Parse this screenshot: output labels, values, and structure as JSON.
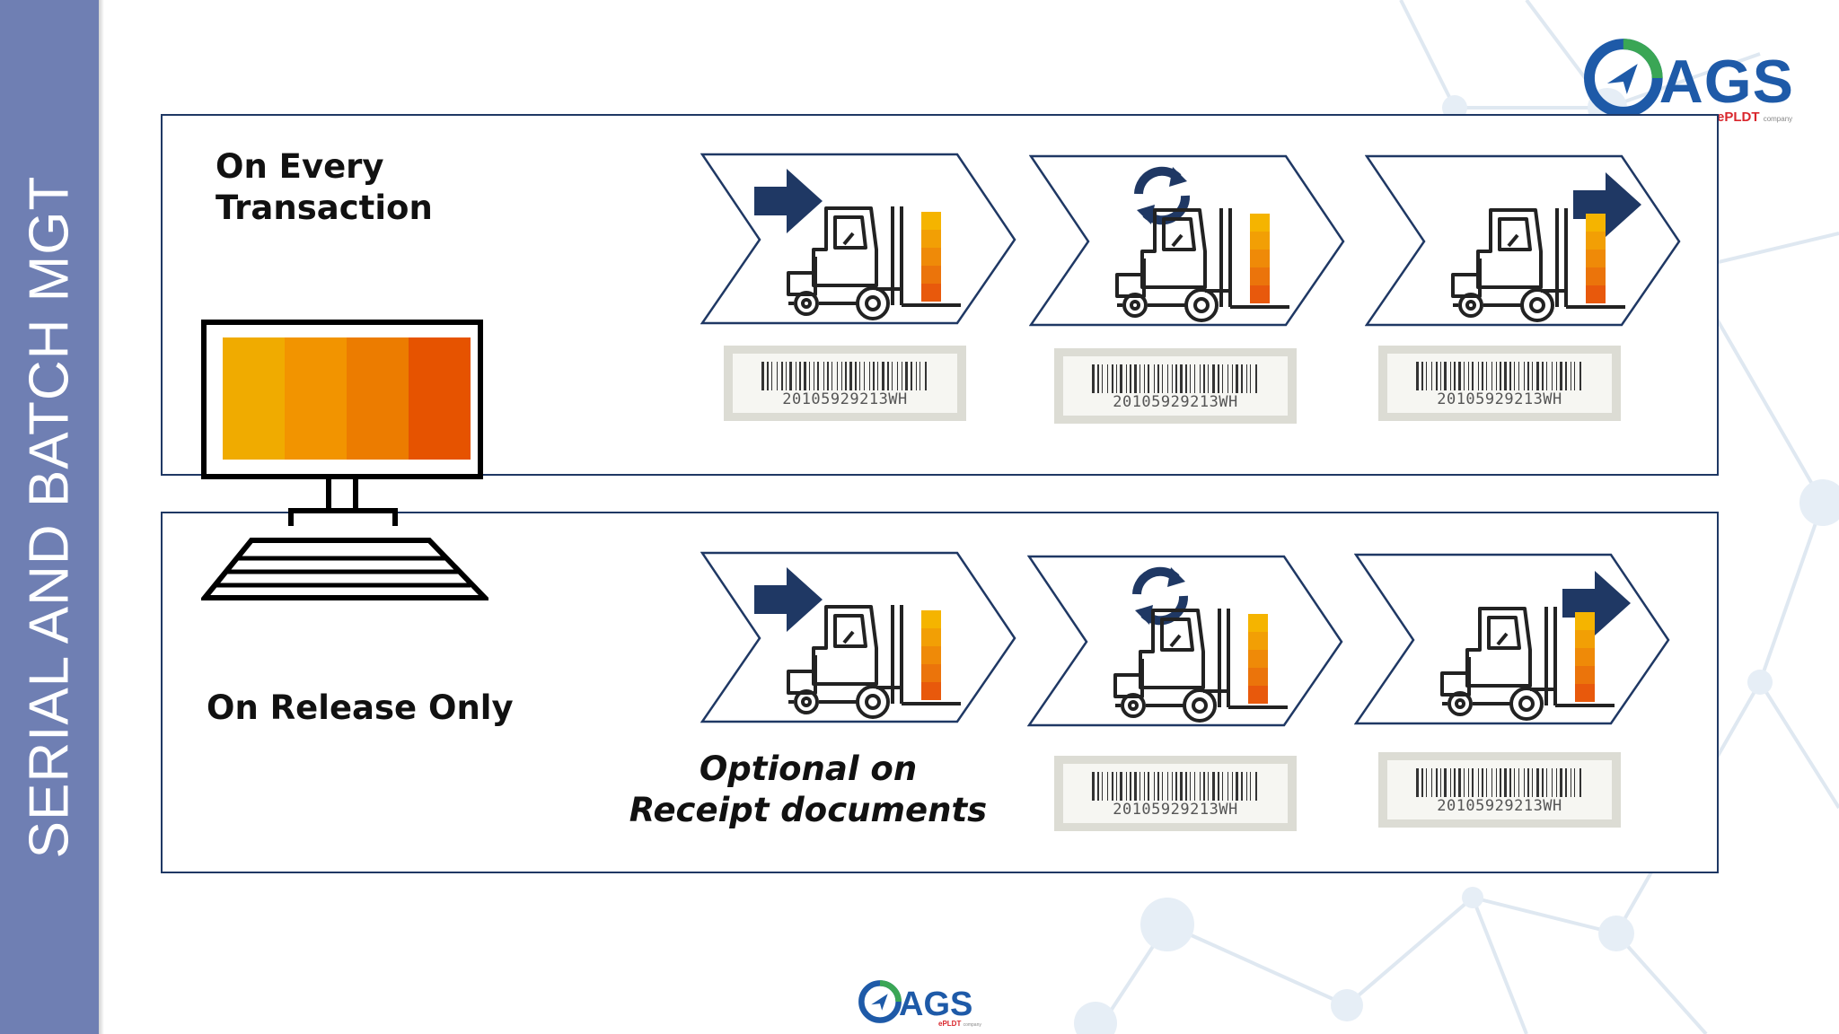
{
  "slide": {
    "side_title": "SERIAL AND BATCH MGT"
  },
  "colors": {
    "side_band": "#6f7fb3",
    "panel_border": "#1f3864",
    "arrow_blue": "#1f3864",
    "orange_light": "#f5b400",
    "orange_dark": "#e8590c",
    "logo_blue": "#1e5aa8",
    "logo_green": "#3aa655",
    "logo_red": "#d9262c"
  },
  "logos": {
    "top": {
      "text": "AGS",
      "subtext": "ePLDT",
      "subtext_small": "company"
    },
    "bottom": {
      "text": "AGS",
      "subtext": "ePLDT",
      "subtext_small": "company"
    }
  },
  "top_panel": {
    "label_line1": "On Every",
    "label_line2": "Transaction",
    "steps": [
      {
        "icon": "inbound-arrow-icon",
        "barcode": "20105929213WH"
      },
      {
        "icon": "refresh-icon",
        "barcode": "20105929213WH"
      },
      {
        "icon": "outbound-arrow-icon",
        "barcode": "20105929213WH"
      }
    ]
  },
  "bottom_panel": {
    "label": "On Release Only",
    "note_line1": "Optional on",
    "note_line2": "Receipt documents",
    "steps": [
      {
        "icon": "inbound-arrow-icon"
      },
      {
        "icon": "refresh-icon",
        "barcode": "20105929213WH"
      },
      {
        "icon": "outbound-arrow-icon",
        "barcode": "20105929213WH"
      }
    ]
  }
}
